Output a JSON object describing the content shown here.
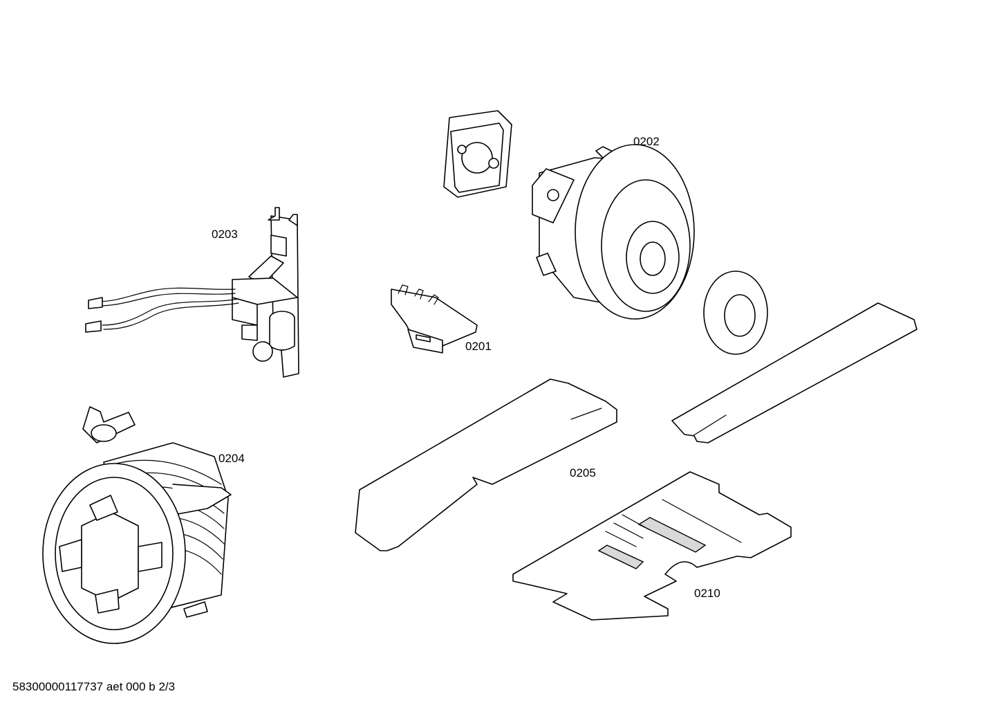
{
  "parts": {
    "p0201": {
      "label": "0201"
    },
    "p0202": {
      "label": "0202"
    },
    "p0203": {
      "label": "0203"
    },
    "p0204": {
      "label": "0204"
    },
    "p0205": {
      "label": "0205"
    },
    "p0210": {
      "label": "0210"
    }
  },
  "footer": {
    "text": "58300000117737 aet 000 b 2/3"
  },
  "colors": {
    "stroke": "#000000",
    "fill": "#ffffff",
    "shade": "#d9d9d9"
  }
}
